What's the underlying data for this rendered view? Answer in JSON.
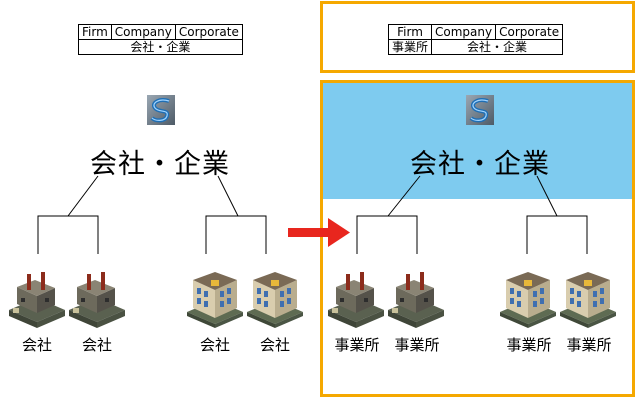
{
  "term_table_left": {
    "header": [
      "Firm",
      "Company",
      "Corporate"
    ],
    "japanese": "会社・企業"
  },
  "term_table_right": {
    "header": [
      "Firm",
      "Company",
      "Corporate"
    ],
    "japanese_unit": "事業所",
    "japanese_firm": "会社・企業"
  },
  "left_tree": {
    "title": "会社・企業",
    "leaf_labels": [
      "会社",
      "会社",
      "会社",
      "会社"
    ]
  },
  "right_tree": {
    "title": "会社・企業",
    "leaf_labels": [
      "事業所",
      "事業所",
      "事業所",
      "事業所"
    ]
  },
  "colors": {
    "frame": "#f5a800",
    "highlight": "#7ecbef",
    "arrow": "#e8261e"
  },
  "icons": {
    "logo": "company-logo-icon",
    "factory": "factory-building-icon",
    "office": "office-building-icon",
    "arrow": "right-arrow-icon"
  }
}
